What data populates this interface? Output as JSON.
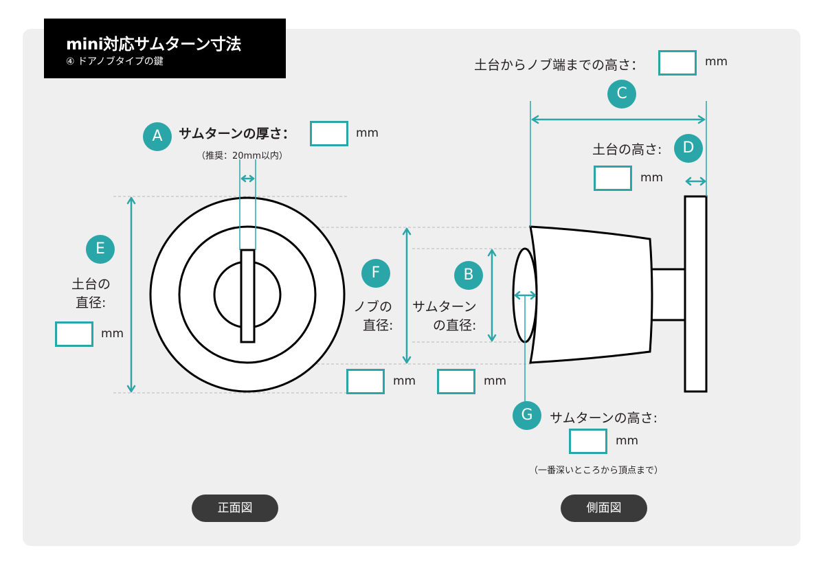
{
  "header": {
    "title": "mini対応サムターン寸法",
    "subtitle": "④ ドアノブタイプの鍵"
  },
  "measurements": {
    "A": {
      "badge": "A",
      "label": "サムターンの厚さ：",
      "note": "（推奨：20mm以内）",
      "unit": "mm"
    },
    "B": {
      "badge": "B",
      "label_line1": "サムターン",
      "label_line2": "の直径:",
      "unit": "mm"
    },
    "C": {
      "badge": "C",
      "label": "土台からノブ端までの高さ：",
      "unit": "mm"
    },
    "D": {
      "badge": "D",
      "label": "土台の高さ:",
      "unit": "mm"
    },
    "E": {
      "badge": "E",
      "label_line1": "土台の",
      "label_line2": "直径:",
      "unit": "mm"
    },
    "F": {
      "badge": "F",
      "label_line1": "ノブの",
      "label_line2": "直径:",
      "unit": "mm"
    },
    "G": {
      "badge": "G",
      "label": "サムターンの高さ:",
      "note": "（一番深いところから頂点まで）",
      "unit": "mm"
    }
  },
  "views": {
    "front": "正面図",
    "side": "側面図"
  },
  "colors": {
    "accent": "#2aa6a8",
    "panel": "#efefef",
    "title_bg": "#000000",
    "button_bg": "#3a3a3a"
  }
}
